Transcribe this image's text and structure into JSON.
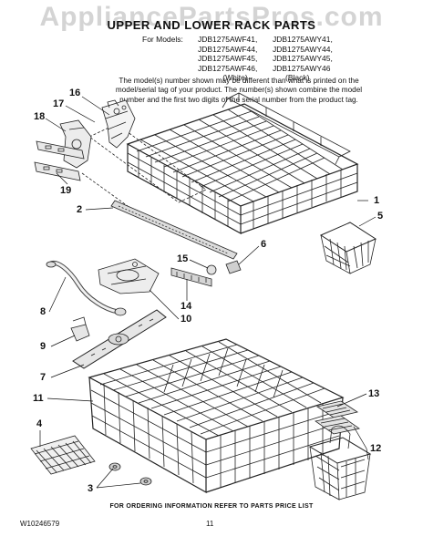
{
  "watermark": "AppliancePartsPros.com",
  "title": "UPPER AND LOWER RACK PARTS",
  "models": {
    "prefix": "For Models:",
    "rows": [
      [
        "JDB1275AWF41,",
        "JDB1275AWY41,"
      ],
      [
        "JDB1275AWF44,",
        "JDB1275AWY44,"
      ],
      [
        "JDB1275AWF45,",
        "JDB1275AWY45,"
      ],
      [
        "JDB1275AWF46,",
        "JDB1275AWY46"
      ]
    ],
    "labels": [
      "(White)",
      "(Black)"
    ]
  },
  "note": "The model(s) number shown may be different than what is printed on the model/serial tag of your product. The number(s) shown combine the model number and the first two digits of the serial number from the product tag.",
  "callouts": {
    "c16": "16",
    "c17": "17",
    "c18": "18",
    "c19": "19",
    "c1": "1",
    "c2": "2",
    "c5": "5",
    "c6": "6",
    "c15": "15",
    "c14": "14",
    "c8": "8",
    "c10": "10",
    "c9": "9",
    "c7": "7",
    "c11": "11",
    "c13": "13",
    "c4": "4",
    "c12": "12",
    "c3": "3"
  },
  "footer": "FOR ORDERING INFORMATION REFER TO PARTS PRICE LIST",
  "doc_number": "W10246579",
  "page_number": "11"
}
